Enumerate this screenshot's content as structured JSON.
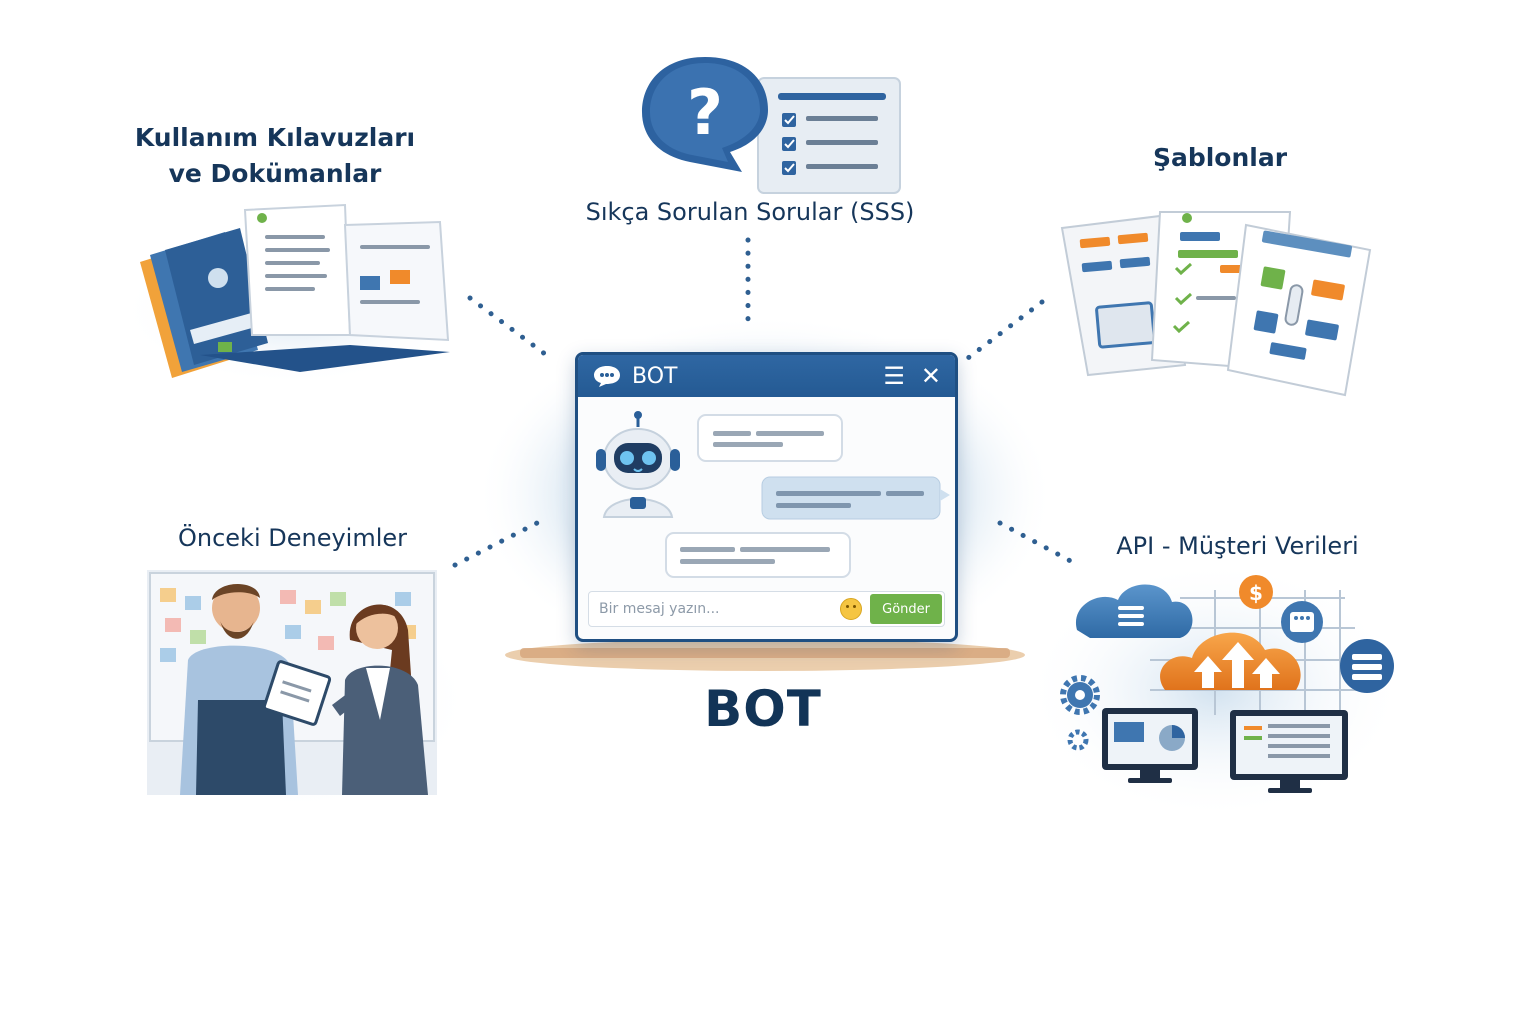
{
  "center": {
    "window_title": "BOT",
    "input_placeholder": "Bir mesaj yazın...",
    "send_label": "Gönder",
    "caption": "BOT"
  },
  "nodes": {
    "manuals": {
      "line1": "Kullanım Kılavuzları",
      "line2": "ve Dokümanlar"
    },
    "faq": {
      "label": "Sıkça Sorulan Sorular (SSS)"
    },
    "templates": {
      "label": "Şablonlar"
    },
    "experiences": {
      "label": "Önceki Deneyimler"
    },
    "api": {
      "label": "API - Müşteri Verileri"
    }
  },
  "colors": {
    "primary_blue": "#2a5f99",
    "dark_navy": "#16365a",
    "accent_orange": "#f08a2b",
    "accent_green": "#6fb24a",
    "soft_blue": "#c9dbeb"
  },
  "icons": {
    "faq": "question-bubble-icon",
    "checklist": "checklist-icon",
    "manuals": "open-books-icon",
    "templates": "template-sheets-icon",
    "experiences": "business-meeting-illustration",
    "api": "cloud-data-icon",
    "robot": "robot-avatar-icon",
    "chat": "chat-bubble-icon",
    "menu": "menu-icon",
    "close": "close-icon",
    "emoji": "smiley-icon",
    "dollar": "dollar-icon",
    "gear": "gear-icon"
  }
}
